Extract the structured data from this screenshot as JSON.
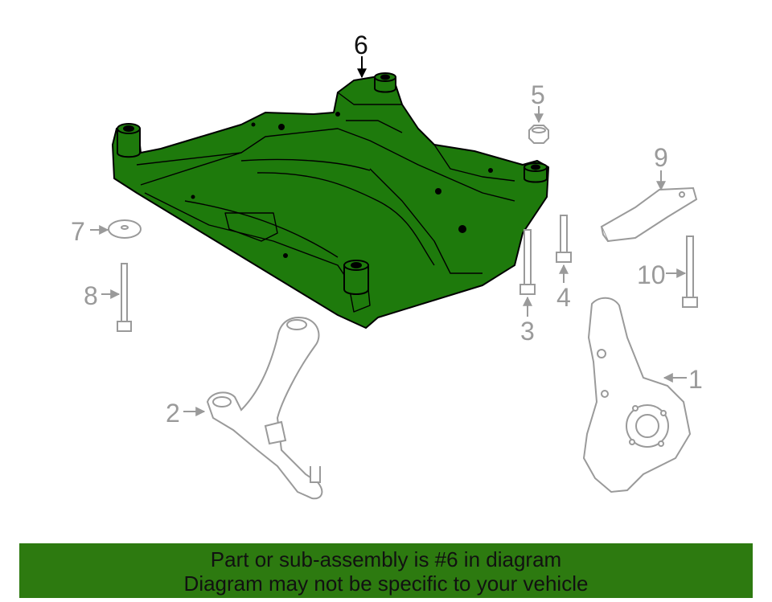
{
  "diagram": {
    "highlighted_part": "6",
    "callouts": {
      "c1": "1",
      "c2": "2",
      "c3": "3",
      "c4": "4",
      "c5": "5",
      "c6": "6",
      "c7": "7",
      "c8": "8",
      "c9": "9",
      "c10": "10"
    },
    "colors": {
      "highlight_fill": "#1e7a0c",
      "outline": "#000000",
      "grey_part": "#9a9a9a",
      "banner": "#2d7a10"
    }
  },
  "banner": {
    "line1": "Part or sub-assembly is #6 in diagram",
    "line2": "Diagram may not be specific to your vehicle"
  }
}
